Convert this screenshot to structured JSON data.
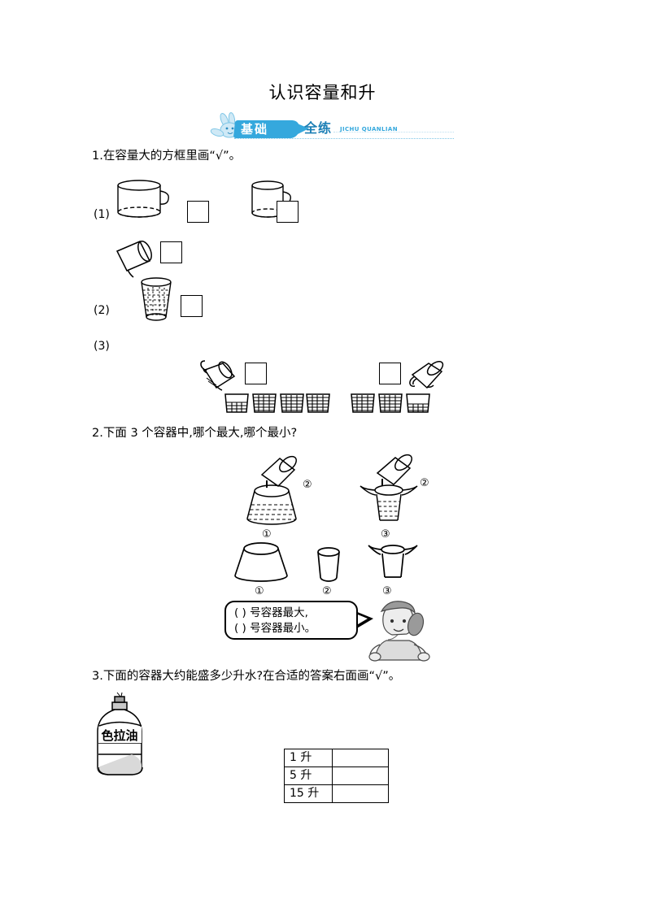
{
  "page": {
    "title": "认识容量和升"
  },
  "banner": {
    "label_primary": "基础",
    "label_secondary": "全练",
    "pinyin": "JICHU QUANLIAN",
    "rabbit_icon": "rabbit-mascot-icon",
    "color_primary": "#35a8dd",
    "color_secondary": "#1c7fb5"
  },
  "questions": [
    {
      "number": "1",
      "text": "1.在容量大的方框里画“√”。",
      "subparts": [
        {
          "label": "(1)",
          "boxes": 2,
          "figure": "two-mugs"
        },
        {
          "label": "(2)",
          "boxes": 2,
          "figure": "cup-pouring-into-cup"
        },
        {
          "label": "(3)",
          "boxes": 2,
          "figure": "pitcher-and-cups"
        }
      ]
    },
    {
      "number": "2",
      "text": "2.下面 3 个容器中,哪个最大,哪个最小?",
      "container_labels": [
        "①",
        "②",
        "③"
      ],
      "pour_labels": [
        "②",
        "②"
      ],
      "pour_target_labels": [
        "①",
        "③"
      ],
      "bubble": {
        "line1": "(       ) 号容器最大,",
        "line2": "(       ) 号容器最小。"
      },
      "character_icon": "girl-character-icon"
    },
    {
      "number": "3",
      "text": "3.下面的容器大约能盛多少升水?在合适的答案右面画“√”。",
      "bottle_label": "色拉油",
      "table": {
        "rows": [
          {
            "option": "1 升",
            "answer": ""
          },
          {
            "option": "5 升",
            "answer": ""
          },
          {
            "option": "15 升",
            "answer": ""
          }
        ]
      }
    }
  ]
}
